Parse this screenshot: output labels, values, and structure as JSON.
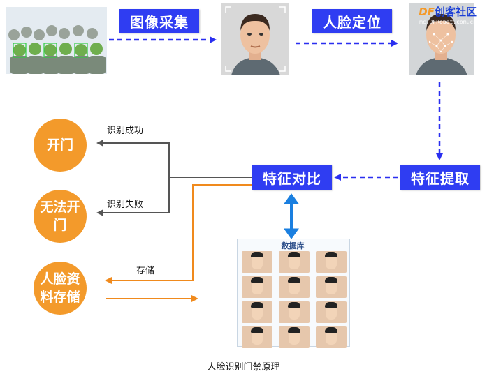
{
  "steps": {
    "image_capture": "图像采集",
    "face_locate": "人脸定位",
    "feature_extract": "特征提取",
    "feature_compare": "特征对比"
  },
  "outcomes": {
    "open_door": "开门",
    "cannot_open_line1": "无法开",
    "cannot_open_line2": "门",
    "store_line1": "人脸资",
    "store_line2": "料存储"
  },
  "edge_labels": {
    "success": "识别成功",
    "failure": "识别失败",
    "store": "存储"
  },
  "database_title": "数据库",
  "watermark": {
    "brand": "创客社区",
    "url": "mc.DFRobot.com.cn"
  },
  "caption": "人脸识别门禁原理",
  "colors": {
    "blue_box": "#2f3df2",
    "orange": "#f39a2b",
    "dash_arrow": "#2a2ff0",
    "gray_line": "#555555",
    "orange_line": "#f08a1d",
    "db_arrow": "#1a7fe0"
  }
}
